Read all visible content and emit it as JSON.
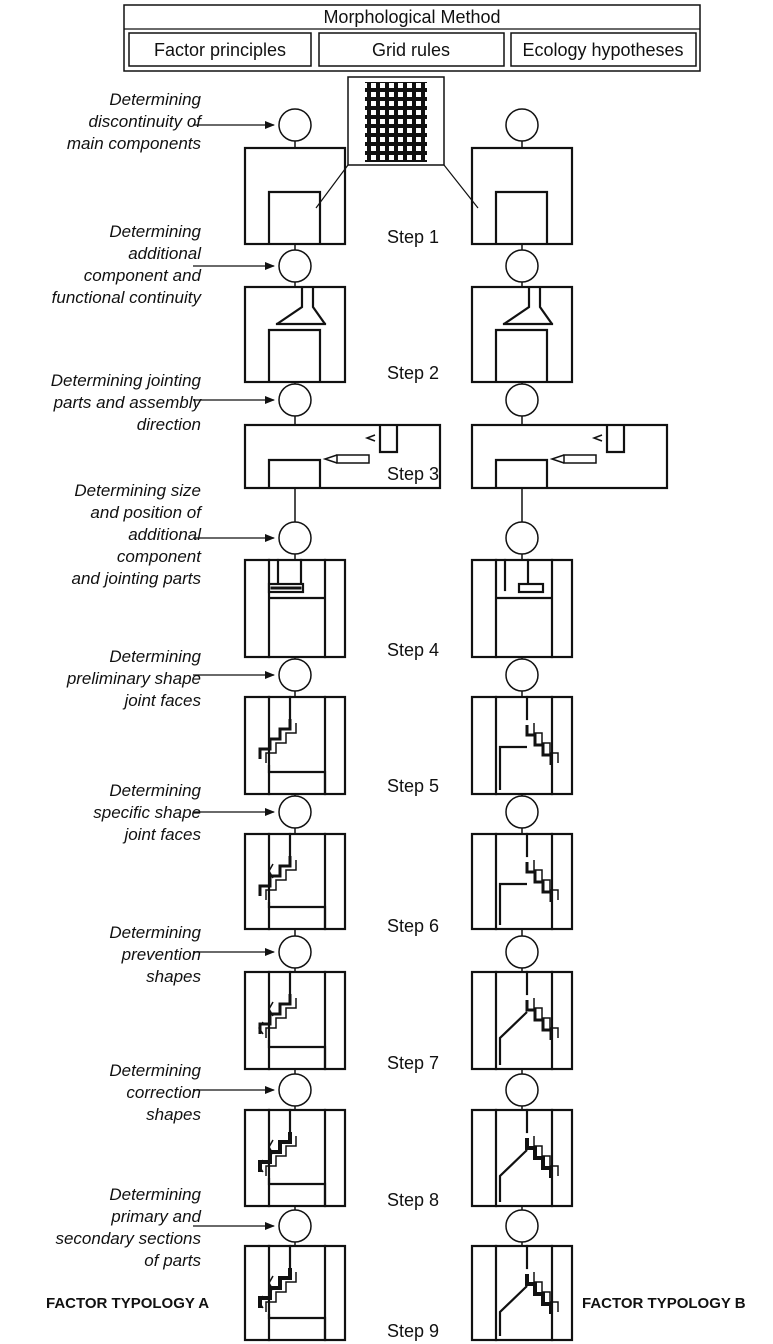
{
  "header": {
    "title": "Morphological Method",
    "boxes": [
      "Factor principles",
      "Grid rules",
      "Ecology hypotheses"
    ]
  },
  "annotations": [
    [
      "Determining",
      "discontinuity of",
      "main components"
    ],
    [
      "Determining",
      "additional",
      "component and",
      "functional continuity"
    ],
    [
      "Determining jointing",
      "parts and assembly",
      "direction"
    ],
    [
      "Determining size",
      "and position of",
      "additional",
      "component",
      "and jointing parts"
    ],
    [
      "Determining",
      "preliminary shape",
      "joint faces"
    ],
    [
      "Determining",
      "specific shape",
      "joint faces"
    ],
    [
      "Determining",
      "prevention",
      "shapes"
    ],
    [
      "Determining",
      "correction",
      "shapes"
    ],
    [
      "Determining",
      "primary and",
      "secondary sections",
      "of parts"
    ]
  ],
  "steps": [
    "Step 1",
    "Step 2",
    "Step 3",
    "Step 4",
    "Step 5",
    "Step 6",
    "Step 7",
    "Step 8",
    "Step 9"
  ],
  "typologies": {
    "a": "FACTOR TYPOLOGY A",
    "b": "FACTOR TYPOLOGY B"
  }
}
